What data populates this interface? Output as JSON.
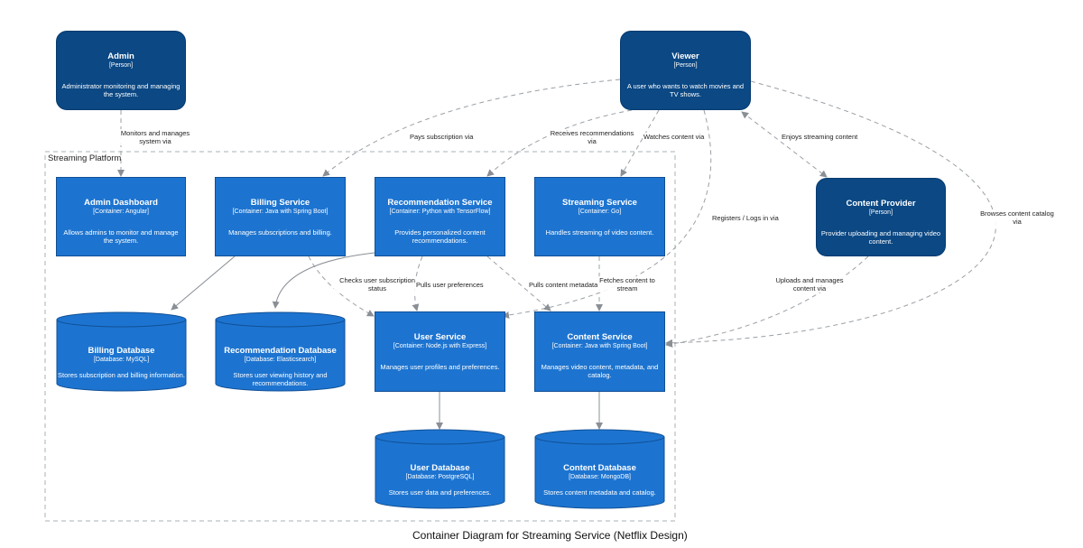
{
  "caption": "Container Diagram for Streaming Service (Netflix Design)",
  "boundary": {
    "label": "Streaming Platform"
  },
  "nodes": {
    "admin": {
      "title": "Admin",
      "tech": "[Person]",
      "desc": "Administrator monitoring and managing the system."
    },
    "viewer": {
      "title": "Viewer",
      "tech": "[Person]",
      "desc": "A user who wants to watch movies and TV shows."
    },
    "content_provider": {
      "title": "Content Provider",
      "tech": "[Person]",
      "desc": "Provider uploading and managing video content."
    },
    "admin_dashboard": {
      "title": "Admin Dashboard",
      "tech": "[Container: Angular]",
      "desc": "Allows admins to monitor and manage the system."
    },
    "billing_service": {
      "title": "Billing Service",
      "tech": "[Container: Java with Spring Boot]",
      "desc": "Manages subscriptions and billing."
    },
    "recommendation_service": {
      "title": "Recommendation Service",
      "tech": "[Container: Python with TensorFlow]",
      "desc": "Provides personalized content recommendations."
    },
    "streaming_service": {
      "title": "Streaming Service",
      "tech": "[Container: Go]",
      "desc": "Handles streaming of video content."
    },
    "user_service": {
      "title": "User Service",
      "tech": "[Container: Node.js with Express]",
      "desc": "Manages user profiles and preferences."
    },
    "content_service": {
      "title": "Content Service",
      "tech": "[Container: Java with Spring Boot]",
      "desc": "Manages video content, metadata, and catalog."
    },
    "billing_db": {
      "title": "Billing Database",
      "tech": "[Database: MySQL]",
      "desc": "Stores subscription and billing information."
    },
    "recommendation_db": {
      "title": "Recommendation Database",
      "tech": "[Database: Elasticsearch]",
      "desc": "Stores user viewing history and recommendations."
    },
    "user_db": {
      "title": "User Database",
      "tech": "[Database: PostgreSQL]",
      "desc": "Stores user data and preferences."
    },
    "content_db": {
      "title": "Content Database",
      "tech": "[Database: MongoDB]",
      "desc": "Stores content metadata and catalog."
    }
  },
  "edges": {
    "admin_monitors": "Monitors and manages system via",
    "viewer_pays": "Pays subscription via",
    "viewer_recommendations": "Receives recommendations via",
    "viewer_watches": "Watches content via",
    "viewer_enjoys": "Enjoys streaming content",
    "viewer_registers": "Registers / Logs in via",
    "viewer_browses": "Browses content catalog via",
    "billing_checks": "Checks user subscription status",
    "rec_pulls_prefs": "Pulls user preferences",
    "rec_pulls_meta": "Pulls content metadata",
    "streaming_fetches": "Fetches content to stream",
    "provider_uploads": "Uploads and manages content via"
  },
  "colors": {
    "person": "#0b4884",
    "container": "#1d74d0",
    "database": "#1d74d0",
    "edge": "#9aa0a6"
  }
}
